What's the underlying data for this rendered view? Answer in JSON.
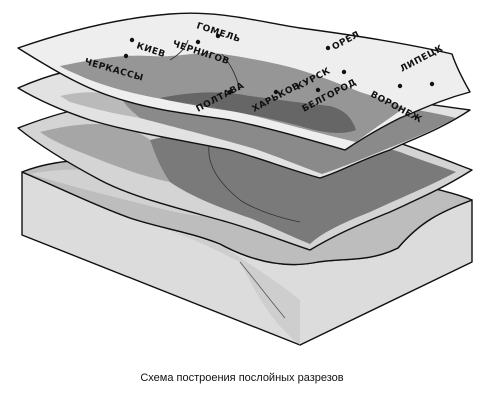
{
  "caption": "Схема построения послойных разрезов",
  "cities": {
    "gomel": "ГОМЕЛЬ",
    "kiev": "КИЕВ",
    "chernigov": "ЧЕРНИГОВ",
    "orel": "ОРЕЛ",
    "lipetsk": "ЛИПЕЦК",
    "cherkassy": "ЧЕРКАССЫ",
    "kursk": "КУРСК",
    "voronezh": "ВОРОНЕЖ",
    "poltava": "ПОЛТАВА",
    "kharkov": "ХАРЬКОВ",
    "belgorod": "БЕЛГОРОД"
  },
  "colors": {
    "top_layer": "#eeeeee",
    "top_layer_dark": "#8c8c8c",
    "layer2": "#e2e2e2",
    "layer2_dark": "#7a7a7a",
    "layer3": "#d4d4d4",
    "layer3_dark": "#6a6a6a",
    "block_top": "#bdbdbd",
    "block_side": "#dcdcdc",
    "outline": "#111111"
  }
}
